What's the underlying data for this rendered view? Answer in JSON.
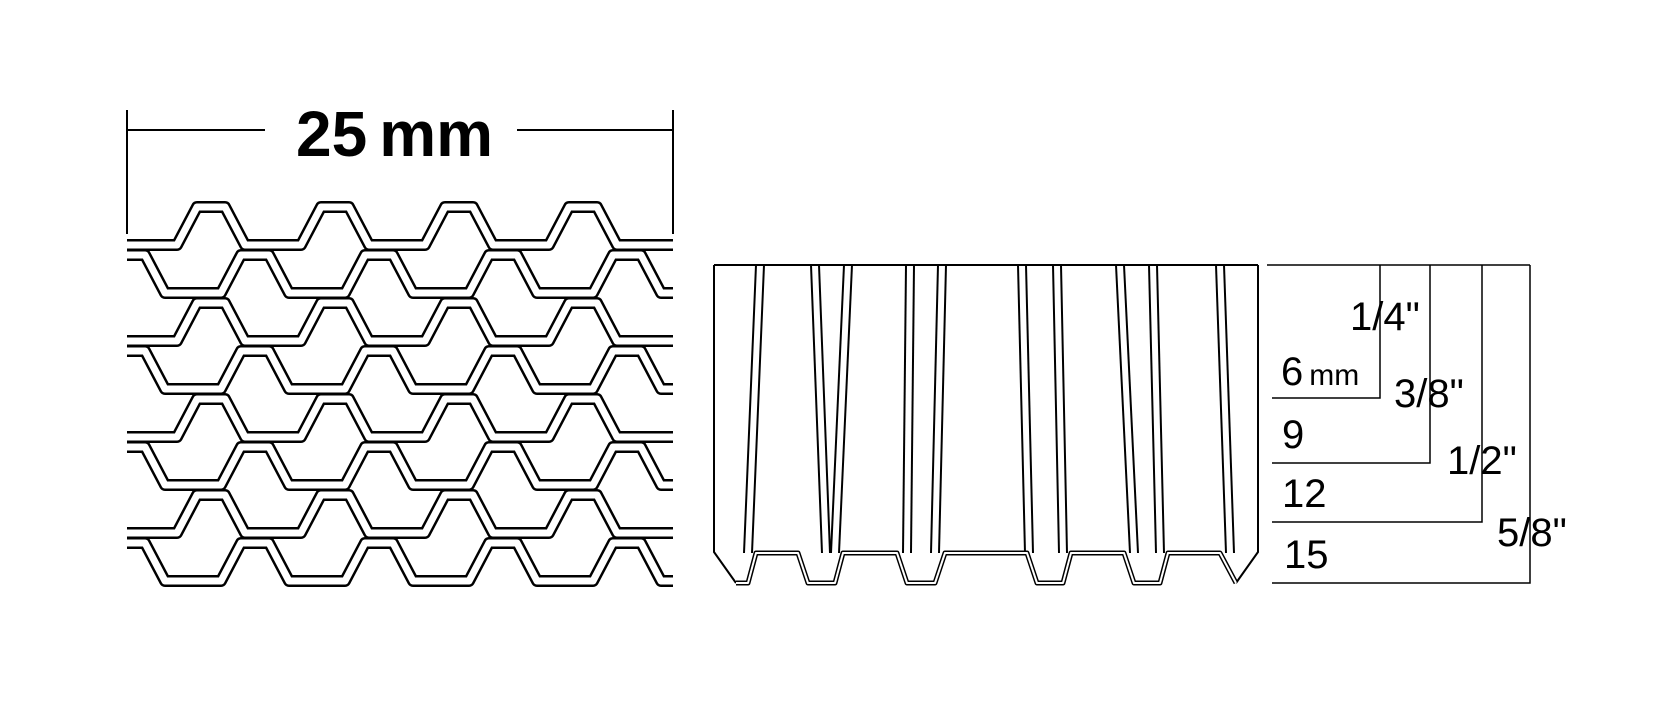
{
  "width_dimension": {
    "value": "25",
    "unit": "mm"
  },
  "left_view": {
    "strip_count": 8
  },
  "right_view": {
    "leg_lengths_mm": [
      {
        "value": "6",
        "unit": "mm"
      },
      {
        "value": "9",
        "unit": ""
      },
      {
        "value": "12",
        "unit": ""
      },
      {
        "value": "15",
        "unit": ""
      }
    ],
    "leg_lengths_inch": [
      "1/4\"",
      "3/8\"",
      "1/2\"",
      "5/8\""
    ]
  },
  "colors": {
    "line": "#000000",
    "background": "#ffffff"
  }
}
